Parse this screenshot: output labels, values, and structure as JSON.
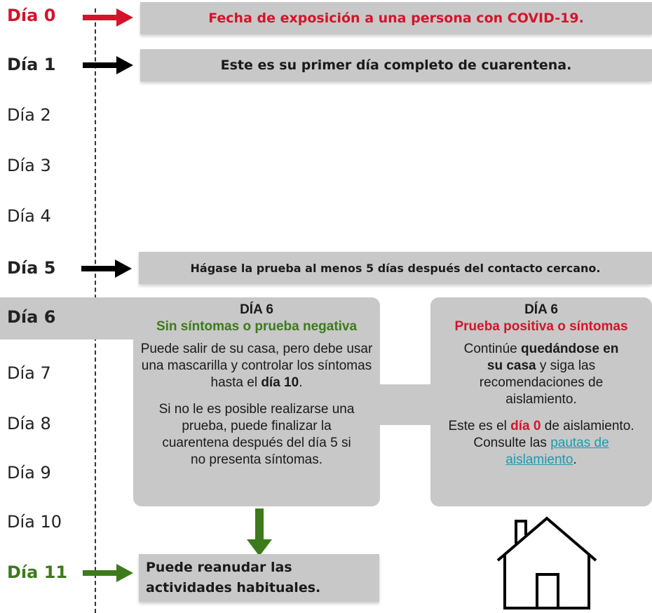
{
  "days": [
    "Día 0",
    "Día 1",
    "Día 2",
    "Día 3",
    "Día 4",
    "Día 5",
    "Día 6",
    "Día 7",
    "Día 8",
    "Día 9",
    "Día 10",
    "Día 11"
  ],
  "boxes": {
    "day0": "Fecha de exposición a una persona con COVID-19.",
    "day1": "Este es su primer día completo de cuarentena.",
    "day5": "Hágase la prueba al menos 5 días después del contacto cercano.",
    "day11_line1": "Puede reanudar las",
    "day11_line2": "actividades habituales."
  },
  "negative_card": {
    "heading": "DÍA 6",
    "subheading": "Sin síntomas o prueba negativa",
    "p1_a": "Puede salir de su casa, pero debe usar una mascarilla y controlar los síntomas hasta el ",
    "p1_b": "día 10",
    "p1_c": ".",
    "p2": "Si no le es posible realizarse una prueba, puede finalizar la cuarentena después del día 5 si no presenta síntomas."
  },
  "positive_card": {
    "heading": "DÍA 6",
    "subheading": "Prueba positiva o síntomas",
    "p1_a": "Continúe ",
    "p1_b": "quedándose en su casa",
    "p1_c": " y siga las recomendaciones de aislamiento.",
    "p2_a": "Este es el ",
    "p2_b": "día 0",
    "p2_c": " de aislamiento. Consulte las ",
    "p2_link": "pautas de aislamiento",
    "p2_d": "."
  },
  "colors": {
    "red": "#d4142a",
    "green": "#3d7a1b",
    "black": "#000000",
    "box_gray": "#c8c8c8",
    "link": "#1a9ab0"
  },
  "icons": [
    "arrow-right-icon",
    "arrow-down-icon",
    "house-icon"
  ]
}
